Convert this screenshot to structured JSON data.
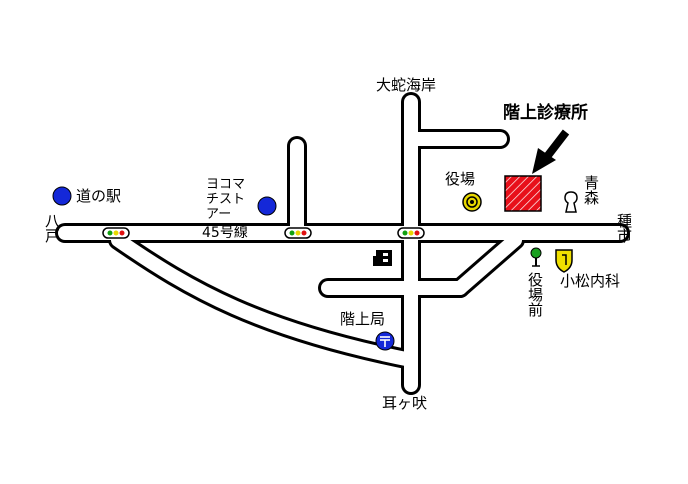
{
  "labels": {
    "clinic_title": "階上診療所",
    "north_dest": "大蛇海岸",
    "south_dest": "耳ヶ吠",
    "west_dest": "八戸",
    "east_dest": "種市",
    "route": "45号線",
    "michi_no_eki": "道の駅",
    "store": "ヨコマチストアー",
    "town_hall": "役場",
    "aomori": "青森",
    "bus_stop": "役場前",
    "komatsu": "小松内科",
    "post_office": "階上局"
  },
  "colors": {
    "road_outline": "#000000",
    "clinic_fill": "#e8101a",
    "poi_blue": "#1428d8",
    "townhall_yellow": "#e8d800",
    "bus_green": "#1aa020",
    "komatsu_yellow": "#f0e000",
    "light_red": "#e01010",
    "light_green": "#10a010"
  },
  "icons": {
    "clinic": "hatched-square-icon",
    "arrow": "arrow-icon",
    "michi_no_eki": "blue-circle-icon",
    "store": "blue-circle-icon",
    "town_hall": "town-hall-symbol-icon",
    "post_office": "post-office-icon",
    "bus_stop": "bus-stop-icon",
    "komatsu": "hospital-shield-icon",
    "aomori": "keyhole-icon",
    "factory": "factory-icon",
    "traffic_light": "traffic-light-icon"
  }
}
